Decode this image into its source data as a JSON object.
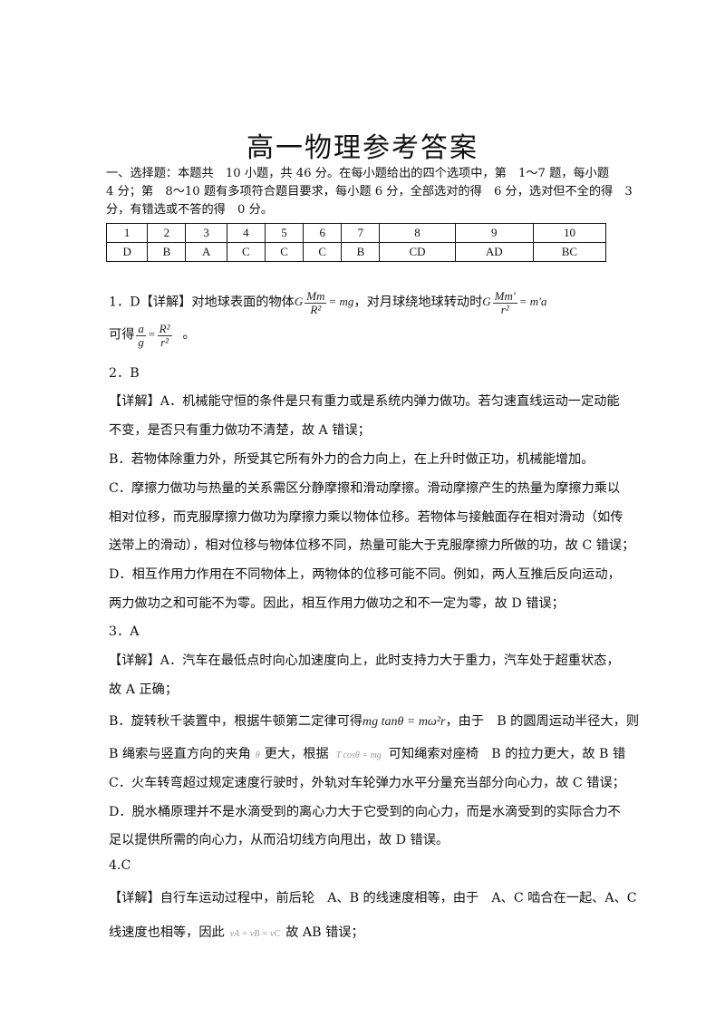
{
  "title": "高一物理参考答案",
  "intro": [
    "一、选择题：本题共　10 小题，共 46 分。在每小题给出的四个选项中，第　1～7 题，每小题",
    "4 分；第　8～10 题有多项符合题目要求，每小题 6 分，全部选对的得　6 分，选对但不全的得　3",
    "分，有错选或不答的得　0 分。"
  ],
  "answer_table": {
    "numbers": [
      "1",
      "2",
      "3",
      "4",
      "5",
      "6",
      "7",
      "8",
      "9",
      "10"
    ],
    "answers": [
      "D",
      "B",
      "A",
      "C",
      "C",
      "C",
      "B",
      "CD",
      "AD",
      "BC"
    ]
  },
  "q1": {
    "a": "1．D【详解】对地球表面的物体",
    "eq1_G": "G",
    "eq1_num": "Mm",
    "eq1_den": "R²",
    "eq1_rhs": "= mg",
    "b": "，对月球绕地球转动时",
    "eq2_G": "G",
    "eq2_num": "Mm′",
    "eq2_den": "r²",
    "eq2_rhs": "= m′a",
    "c": "可得",
    "eq3_n1": "a",
    "eq3_d1": "g",
    "eq3_eq": "=",
    "eq3_n2": "R²",
    "eq3_d2": "r²",
    "d": "。"
  },
  "q2": {
    "head": "2．B",
    "lines": [
      "【详解】A．机械能守恒的条件是只有重力或是系统内弹力做功。若匀速直线运动一定动能",
      "不变，是否只有重力做功不清楚，故 A 错误；",
      "B．若物体除重力外，所受其它所有外力的合力向上，在上升时做正功，机械能增加。",
      "C．摩擦力做功与热量的关系需区分静摩擦和滑动摩擦。滑动摩擦产生的热量为摩擦力乘以",
      "相对位移，而克服摩擦力做功为摩擦力乘以物体位移。若物体与接触面存在相对滑动（如传",
      "送带上的滑动），相对位移与物体位移不同，热量可能大于克服摩擦力所做的功，故 C 错误；",
      "D．相互作用力作用在不同物体上，两物体的位移可能不同。例如，两人互推后反向运动，",
      "两力做功之和可能不为零。因此，相互作用力做功之和不一定为零，故 D 错误；"
    ]
  },
  "q3": {
    "head": "3．A",
    "l1": "【详解】A．汽车在最低点时向心加速度向上，此时支持力大于重力，汽车处于超重状态，",
    "l2": "故 A 正确；",
    "l3a": "B．旋转秋千装置中，根据牛顿第二定律可得",
    "l3eq": "mg tanθ = mω²r",
    "l3b": "，由于　B 的圆周运动半径大，则",
    "l4a": "B 绳索与竖直方向的夹角",
    "l4theta": "θ",
    "l4b": "更大，根据",
    "l4eq": "T cosθ = mg",
    "l4c": "可知绳索对座椅　B 的拉力更大，故 B 错",
    "l5": "C．火车转弯超过规定速度行驶时，外轨对车轮弹力水平分量充当部分向心力，故 C 错误；",
    "l6": "D．脱水桶原理并不是水滴受到的离心力大于它受到的向心力，而是水滴受到的实际合力不",
    "l7": "足以提供所需的向心力，从而沿切线方向甩出，故 D 错误。"
  },
  "q4": {
    "head": "4.C",
    "l1": "【详解】自行车运动过程中，前后轮　A、B 的线速度相等，由于　A、C 啮合在一起、A、C",
    "l2a": "线速度也相等，因此",
    "l2eq": "vA = vB = vC",
    "l2b": "故 AB 错误；"
  }
}
